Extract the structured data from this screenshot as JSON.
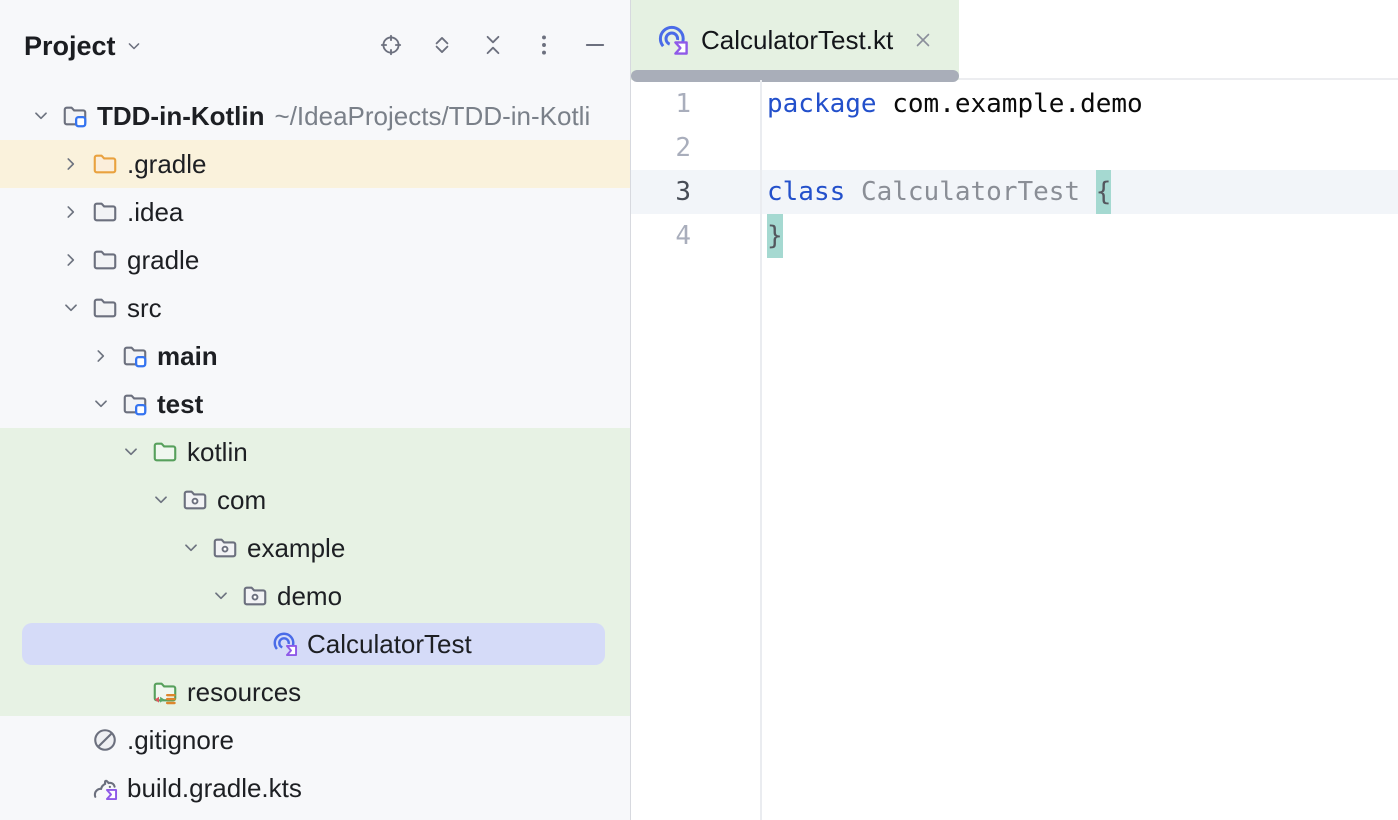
{
  "project_panel": {
    "title": "Project",
    "toolbar": [
      {
        "id": "locate-opened-file",
        "icon": "target-icon"
      },
      {
        "id": "expand-all",
        "icon": "expand-all-icon"
      },
      {
        "id": "collapse-all",
        "icon": "collapse-all-icon"
      },
      {
        "id": "more-options",
        "icon": "kebab-menu-icon"
      },
      {
        "id": "hide-tool-window",
        "icon": "minimize-icon"
      }
    ],
    "tree": [
      {
        "label": "TDD-in-Kotlin",
        "path": "~/IdeaProjects/TDD-in-Kotli",
        "level": 0,
        "chevron": "expanded",
        "icon": "module-folder",
        "bold": true
      },
      {
        "label": ".gradle",
        "level": 1,
        "chevron": "collapsed",
        "icon": "folder-orange",
        "bg": "yellow"
      },
      {
        "label": ".idea",
        "level": 1,
        "chevron": "collapsed",
        "icon": "folder"
      },
      {
        "label": "gradle",
        "level": 1,
        "chevron": "collapsed",
        "icon": "folder"
      },
      {
        "label": "src",
        "level": 1,
        "chevron": "expanded",
        "icon": "folder"
      },
      {
        "label": "main",
        "level": 2,
        "chevron": "collapsed",
        "icon": "module-folder",
        "bold": true
      },
      {
        "label": "test",
        "level": 2,
        "chevron": "expanded",
        "icon": "module-folder",
        "bold": true
      },
      {
        "label": "kotlin",
        "level": 3,
        "chevron": "expanded",
        "icon": "folder-green",
        "bg": "green"
      },
      {
        "label": "com",
        "level": 4,
        "chevron": "expanded",
        "icon": "package",
        "bg": "green"
      },
      {
        "label": "example",
        "level": 5,
        "chevron": "expanded",
        "icon": "package",
        "bg": "green"
      },
      {
        "label": "demo",
        "level": 6,
        "chevron": "expanded",
        "icon": "package",
        "bg": "green"
      },
      {
        "label": "CalculatorTest",
        "level": 7,
        "chevron": "none",
        "icon": "kotlin-test-class",
        "bg": "green",
        "selected": true
      },
      {
        "label": "resources",
        "level": 3,
        "chevron": "none",
        "icon": "test-resources-folder",
        "bg": "green"
      },
      {
        "label": ".gitignore",
        "level": 1,
        "chevron": "none",
        "icon": "ignored-file"
      },
      {
        "label": "build.gradle.kts",
        "level": 1,
        "chevron": "none",
        "icon": "gradle-kts-file"
      }
    ]
  },
  "editor": {
    "tab": {
      "label": "CalculatorTest.kt",
      "icon": "kotlin-test-class",
      "close_icon": "close-icon"
    },
    "lines": [
      {
        "number": "1",
        "tokens": [
          {
            "t": "package",
            "s": "keyword"
          },
          {
            "t": " com.example.demo",
            "s": "plain"
          }
        ]
      },
      {
        "number": "2",
        "tokens": []
      },
      {
        "number": "3",
        "current": true,
        "tokens": [
          {
            "t": "class",
            "s": "keyword"
          },
          {
            "t": " ",
            "s": "plain"
          },
          {
            "t": "CalculatorTest",
            "s": "unused"
          },
          {
            "t": " ",
            "s": "plain"
          },
          {
            "t": "{",
            "s": "brace"
          }
        ]
      },
      {
        "number": "4",
        "tokens": [
          {
            "t": "}",
            "s": "brace"
          }
        ]
      }
    ]
  },
  "colors": {
    "keyword": "#2350CB",
    "unused_symbol": "#8A8E96",
    "brace_match_bg": "#A5D9D1",
    "caret_line_bg": "#F2F5F9",
    "selection_bg": "#D5DBF8",
    "test_scope_bg": "#E7F2E4",
    "excluded_row_bg": "#FAF2DC",
    "tab_test_bg": "#E5F1E2",
    "tab_indicator": "#A9AEB9",
    "panel_bg": "#F7F8FA",
    "accent_blue": "#3574F0",
    "kotlin_badge_purple": "#8F5AE8",
    "test_class_blue": "#4A6BE8",
    "folder_orange": "#E9A23F",
    "folder_green": "#57A05C",
    "icon_gray": "#6C707E"
  }
}
